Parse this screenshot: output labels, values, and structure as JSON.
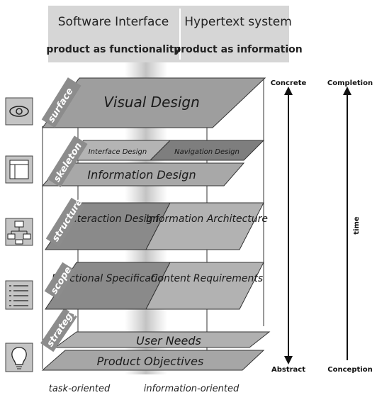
{
  "header": {
    "left_title": "Software Interface",
    "right_title": "Hypertext system",
    "left_subtitle": "product as functionality",
    "right_subtitle": "product as information"
  },
  "layers": [
    {
      "name": "surface",
      "planes": [
        "Visual Design"
      ],
      "icon": "eye-icon"
    },
    {
      "name": "skeleton",
      "planes": [
        "Interface Design",
        "Navigation Design",
        "Information Design"
      ],
      "icon": "wireframe-icon"
    },
    {
      "name": "structure",
      "planes": [
        "Interaction Design",
        "Information Architecture"
      ],
      "icon": "sitemap-icon"
    },
    {
      "name": "scope",
      "planes": [
        "Functional Specifications",
        "Content Requirements"
      ],
      "icon": "list-icon"
    },
    {
      "name": "strategy",
      "planes": [
        "User Needs",
        "Product Objectives"
      ],
      "icon": "lightbulb-icon"
    }
  ],
  "axes": {
    "abstraction": {
      "top": "Concrete",
      "bottom": "Abstract"
    },
    "time": {
      "top": "Completion",
      "label": "time",
      "bottom": "Conception"
    }
  },
  "footer": {
    "left": "task-oriented",
    "right": "information-oriented"
  },
  "colors": {
    "header_band": "#d4d4d4",
    "plane_light": "#b4b4b4",
    "plane_mid": "#9a9a9a",
    "plane_dark": "#7e7e7e",
    "center_column": "#c8c8c8",
    "label_tab": "#8c8c8c"
  }
}
